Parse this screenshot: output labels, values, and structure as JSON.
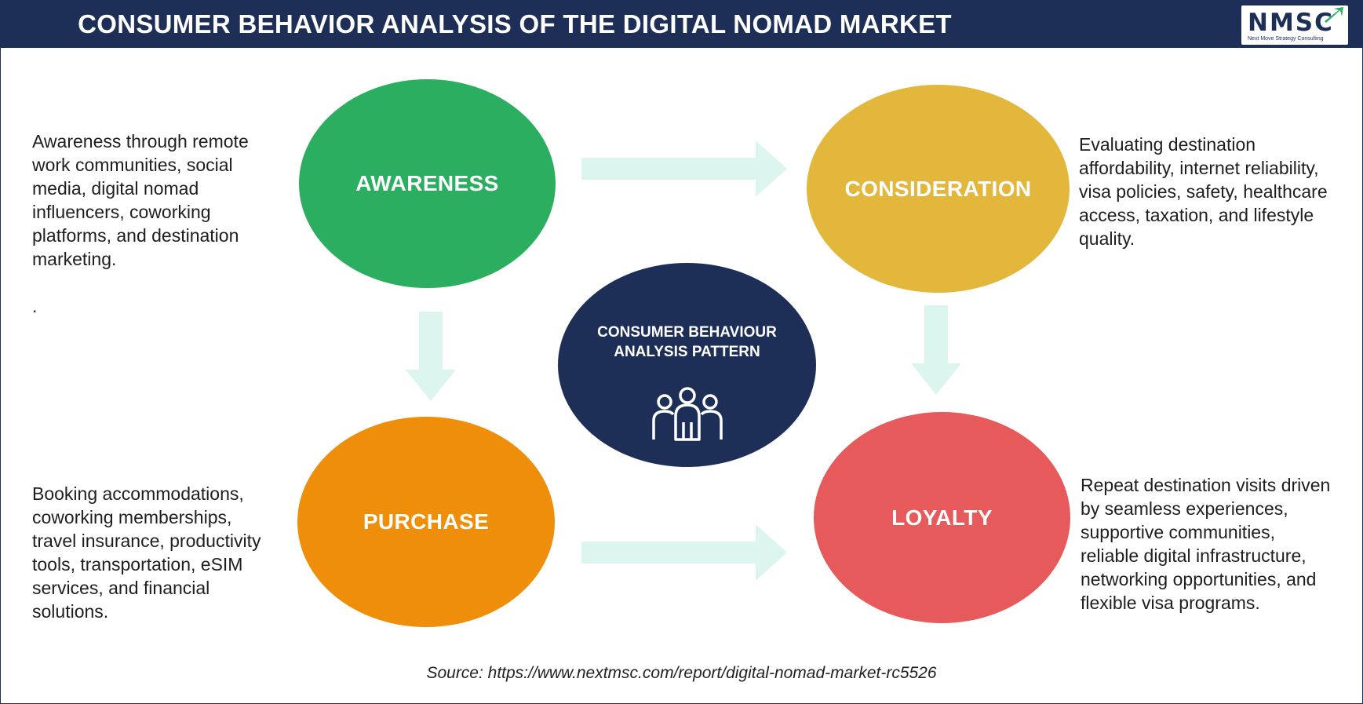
{
  "header": {
    "title": "CONSUMER BEHAVIOR ANALYSIS OF THE DIGITAL NOMAD MARKET",
    "logo_text": "NMSC",
    "logo_tagline": "Next Move Strategy Consulting"
  },
  "center": {
    "label_lines": [
      "CONSUMER BEHAVIOUR",
      "ANALYSIS PATTERN"
    ],
    "icon": "people-group-icon"
  },
  "stages": {
    "awareness": {
      "label": "AWARENESS",
      "color": "#2bae60",
      "lines": [
        "Awareness through remote",
        "work communities, social",
        "media, digital nomad",
        "influencers, coworking",
        "platforms, and destination",
        "marketing.",
        "",
        "."
      ]
    },
    "consideration": {
      "label": "CONSIDERATION",
      "color": "#e2b73c",
      "lines": [
        "Evaluating destination",
        "affordability, internet reliability,",
        "visa policies, safety, healthcare",
        "access, taxation, and lifestyle",
        "quality."
      ]
    },
    "purchase": {
      "label": "PURCHASE",
      "color": "#ee8e0a",
      "lines": [
        "Booking accommodations,",
        "coworking memberships,",
        "travel insurance, productivity",
        "tools, transportation, eSIM",
        "services, and financial",
        "solutions."
      ]
    },
    "loyalty": {
      "label": "LOYALTY",
      "color": "#e65a5c",
      "lines": [
        "Repeat destination visits driven",
        "by seamless experiences,",
        "supportive communities,",
        "reliable digital infrastructure,",
        "networking opportunities, and",
        "flexible visa programs."
      ]
    }
  },
  "colors": {
    "header_bg": "#1d2e57",
    "arrow": "#dcf5ee",
    "center_bg": "#1d2e57"
  },
  "source": "Source: https://www.nextmsc.com/report/digital-nomad-market-rc5526"
}
